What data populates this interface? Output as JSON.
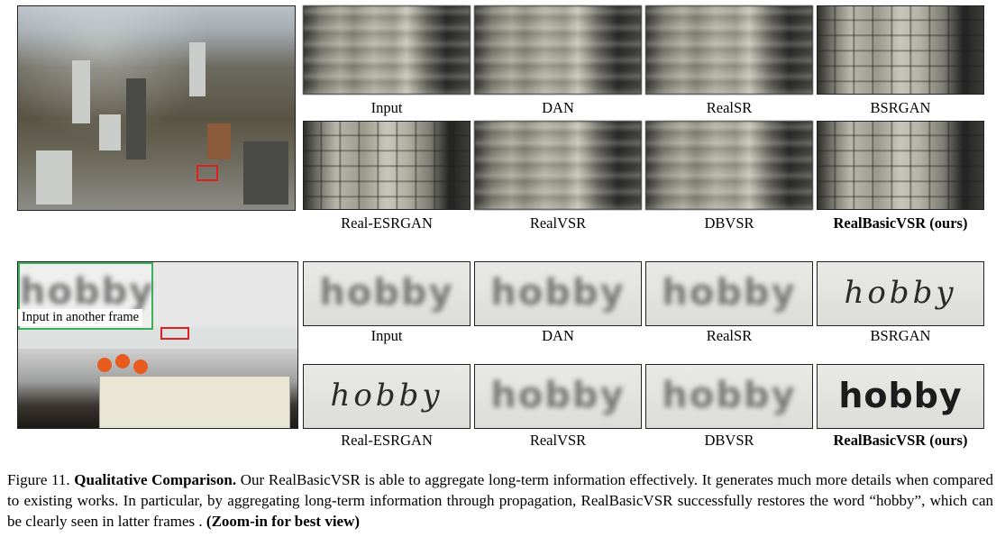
{
  "row1": {
    "labels": [
      "Input",
      "DAN",
      "RealSR",
      "BSRGAN",
      "Real-ESRGAN",
      "RealVSR",
      "DBVSR",
      "RealBasicVSR (ours)"
    ]
  },
  "row2": {
    "inset_caption": "Input in another frame",
    "inset_word": "hobby",
    "crop_words": [
      "hobby",
      "hobby",
      "hobby",
      "hobby",
      "hobby",
      "hobby",
      "hobby",
      "hobby"
    ],
    "labels": [
      "Input",
      "DAN",
      "RealSR",
      "BSRGAN",
      "Real-ESRGAN",
      "RealVSR",
      "DBVSR",
      "RealBasicVSR (ours)"
    ]
  },
  "caption": {
    "figure_number": "Figure 11.",
    "title": "Qualitative Comparison.",
    "body": "Our RealBasicVSR is able to aggregate long-term information effectively. It generates much more details when compared to existing works. In particular, by aggregating long-term information through propagation, RealBasicVSR successfully restores the word “hobby”, which can be clearly seen in latter frames .",
    "zoom_note": "(Zoom-in for best view)"
  },
  "colors": {
    "highlight_box": "#e02020",
    "inset_border": "#3ab05a"
  }
}
